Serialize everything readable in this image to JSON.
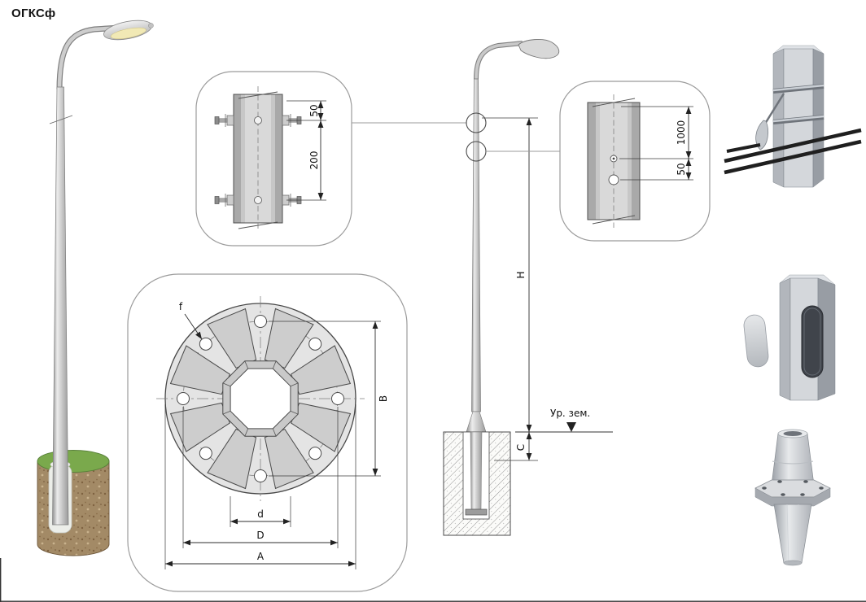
{
  "title": "ОГКСф",
  "clamp_detail": {
    "dim_offset": "50",
    "dim_spacing": "200"
  },
  "flange_detail": {
    "hole_label": "f",
    "bolt_circle_vertical": "B",
    "inner_diameter": "d",
    "bolt_circle_diameter": "D",
    "outer_diameter": "A"
  },
  "elevation": {
    "height_label": "H",
    "embed_label": "C",
    "ground_label": "Ур. зем."
  },
  "hole_detail": {
    "dim_top": "1000",
    "dim_bottom": "50"
  },
  "colors": {
    "drawing_line": "#333333",
    "callout_border": "#9b9b9b",
    "pole_metal": "#cfcfcf",
    "foundation_soil": "#a38a66",
    "grass": "#7aa94c",
    "lamp_lens": "#f1e9b5",
    "cable_black": "#1f1f1f",
    "concrete_hatch": "#909090"
  }
}
